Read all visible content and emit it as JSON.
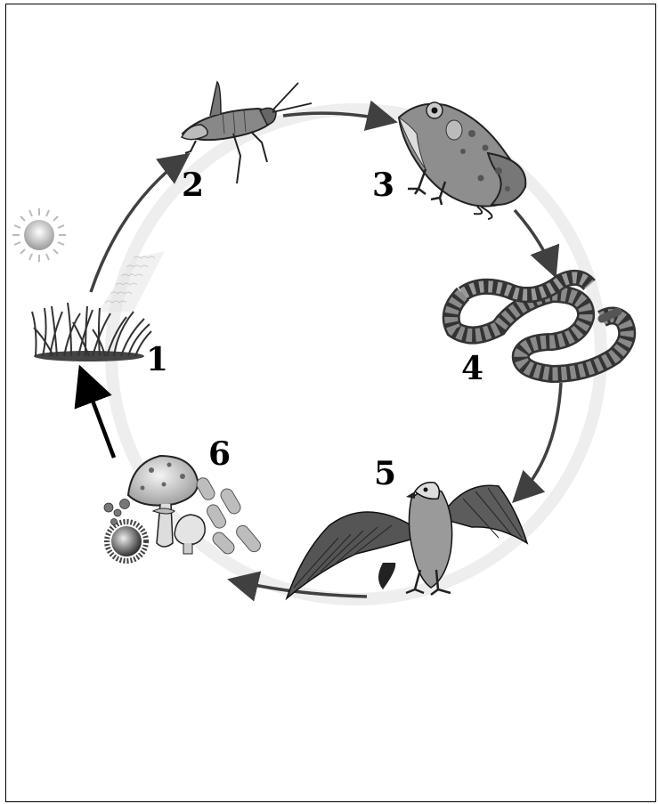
{
  "diagram": {
    "stages": [
      {
        "number": "1",
        "organism": "grass",
        "icon": "grass-icon"
      },
      {
        "number": "2",
        "organism": "grasshopper",
        "icon": "grasshopper-icon"
      },
      {
        "number": "3",
        "organism": "frog",
        "icon": "frog-icon"
      },
      {
        "number": "4",
        "organism": "snake",
        "icon": "snake-icon"
      },
      {
        "number": "5",
        "organism": "hawk",
        "icon": "hawk-icon"
      },
      {
        "number": "6",
        "organism": "decomposers",
        "icon": "mushroom-bacteria-icon"
      }
    ],
    "extra_icons": [
      "sun-icon"
    ],
    "colors": {
      "arrow": "#404040",
      "ring": "#eeeeee",
      "return_arrow": "#000000"
    }
  }
}
